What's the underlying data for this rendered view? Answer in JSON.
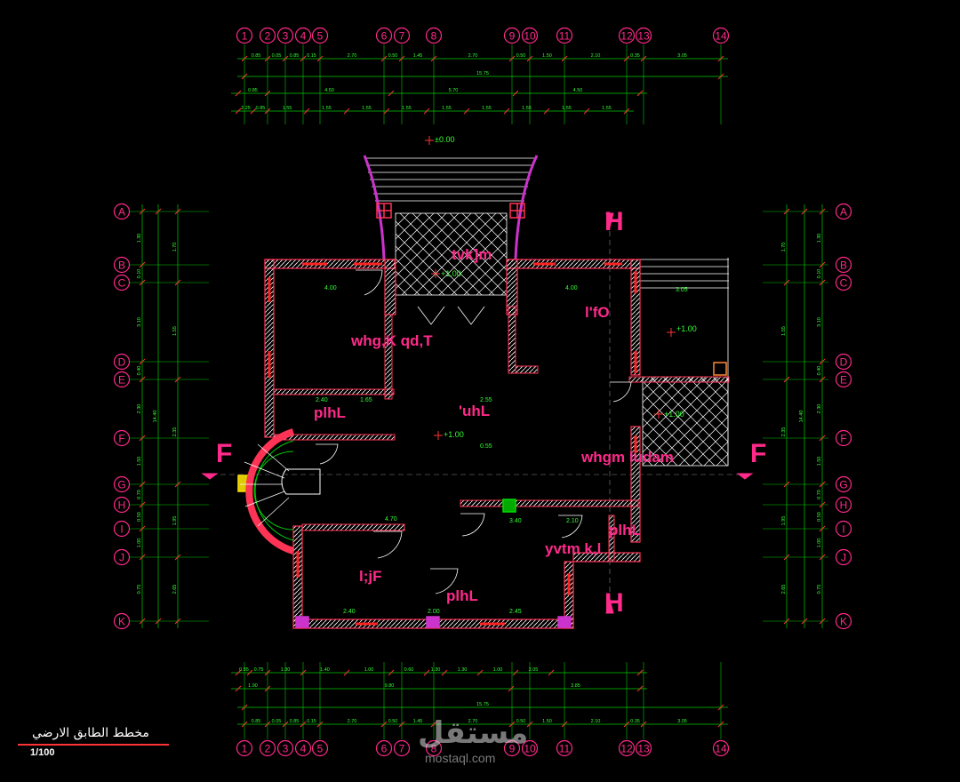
{
  "colors": {
    "background": "#000000",
    "grid": "#00cc00",
    "wall": "#ff3355",
    "hatch": "#ffffff",
    "bubble": "#ff2a8a",
    "room_label": "#ff2a8a",
    "level": "#33ff33",
    "section": "#ff2a8a",
    "stair": "#cc33cc"
  },
  "grid_columns": [
    "1",
    "2",
    "3",
    "4",
    "5",
    "6",
    "7",
    "8",
    "9",
    "10",
    "11",
    "12",
    "13",
    "14"
  ],
  "grid_rows": [
    "A",
    "B",
    "C",
    "D",
    "E",
    "F",
    "G",
    "H",
    "I",
    "J",
    "K"
  ],
  "dims_top_row1": [
    "0.85",
    "0.05",
    "0.85",
    "0.15",
    "2.70",
    "0.50",
    "1.45",
    "2.70",
    "0.50",
    "1.50",
    "2.10",
    "0.35",
    "3.05"
  ],
  "dims_top_total": "15.75",
  "dims_top_row2": [
    "0.85",
    "4.50",
    "5.70",
    "4.50"
  ],
  "dims_top_row3": [
    "2.25",
    "0.85",
    "1.55",
    "1.55",
    "1.55",
    "1.55",
    "1.55",
    "1.55",
    "1.55",
    "1.55",
    "1.55"
  ],
  "dims_bottom_row1": [
    "0.55",
    "0.75",
    "1.30",
    "1.40",
    "1.00",
    "0.60",
    "1.30",
    "1.30",
    "1.00",
    "2.05"
  ],
  "dims_bottom_row2": [
    "1.90",
    "9.80",
    "3.85"
  ],
  "dims_bottom_total": "15.75",
  "dims_bottom_row3": [
    "0.85",
    "0.05",
    "0.85",
    "0.15",
    "2.70",
    "0.50",
    "1.45",
    "2.70",
    "0.50",
    "1.50",
    "2.10",
    "0.35",
    "3.05"
  ],
  "dims_left_a": [
    "1.30",
    "0.10",
    "3.10",
    "0.40",
    "2.30",
    "1.50",
    "0.70",
    "0.50",
    "1.00",
    "0.75",
    "2.30"
  ],
  "dims_left_b": [
    "1.70",
    "1.55",
    "2.35",
    "1.95",
    "2.65"
  ],
  "dims_left_total": "14.40",
  "dims_right_a": [
    "1.30",
    "0.10",
    "3.10",
    "0.40",
    "2.30",
    "1.50",
    "0.70",
    "0.50",
    "1.00",
    "0.75",
    "2.30"
  ],
  "dims_right_b": [
    "1.70",
    "1.55",
    "2.35",
    "1.95",
    "2.65"
  ],
  "dims_right_total": "14.40",
  "rooms": [
    "tvk]m",
    "whg,K qd,T",
    "l'fO",
    "plhL",
    "'uhL",
    "whgm ludam",
    "yvtm k,l",
    "plhL",
    "l;jF",
    "plhL"
  ],
  "levels": [
    "±0.00",
    "+1.00",
    "+1.00",
    "+1.00",
    "+1.00"
  ],
  "section_letters": [
    "H",
    "H",
    "F",
    "F"
  ],
  "inner_dims": [
    "4.00",
    "4.00",
    "3.05",
    "2.40",
    "1.65",
    "2.55",
    "4.70",
    "3.40",
    "2.10",
    "2.40",
    "2.00",
    "2.45",
    "0.55"
  ],
  "title": "مخطط الطابق الارضي",
  "scale": "1/100",
  "watermark_logo": "مستقل",
  "watermark_url": "mostaql.com"
}
